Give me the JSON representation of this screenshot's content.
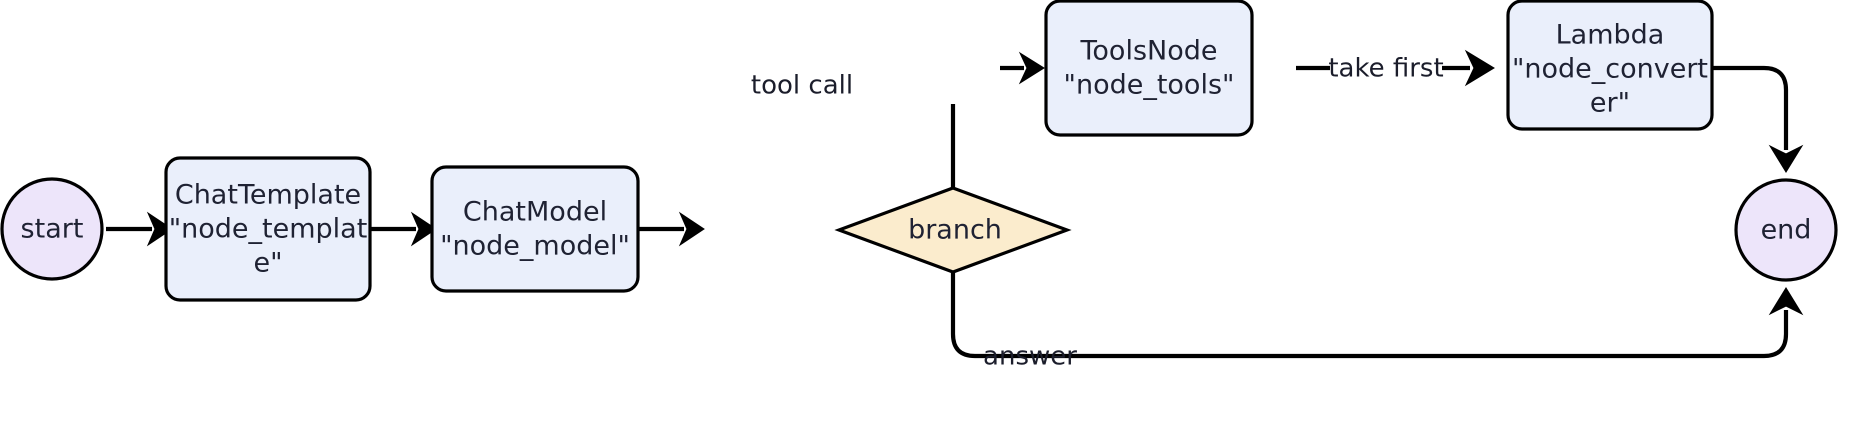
{
  "diagram": {
    "type": "flowchart",
    "orientation": "left-to-right",
    "background_color": "#ffffff",
    "stroke_color": "#000000",
    "text_color": "#1f2233"
  },
  "palette": {
    "terminal_fill": "#ede5fa",
    "process_fill": "#eaeffb",
    "decision_fill": "#fbeccd",
    "stroke": "#000000"
  },
  "nodes": {
    "start": {
      "id": "start",
      "shape": "circle",
      "label": "start",
      "fill": "#ede5fa"
    },
    "chat_template": {
      "id": "node_template",
      "shape": "rounded-rect",
      "fill": "#eaeffb",
      "line1": "ChatTemplate",
      "line2": "\"node_templat",
      "line3": "e\""
    },
    "chat_model": {
      "id": "node_model",
      "shape": "rounded-rect",
      "fill": "#eaeffb",
      "line1": "ChatModel",
      "line2": "\"node_model\"",
      "line3": ""
    },
    "branch": {
      "id": "branch",
      "shape": "diamond",
      "label": "branch",
      "fill": "#fbeccd"
    },
    "tools_node": {
      "id": "node_tools",
      "shape": "rounded-rect",
      "fill": "#eaeffb",
      "line1": "ToolsNode",
      "line2": "\"node_tools\"",
      "line3": ""
    },
    "lambda": {
      "id": "node_converter",
      "shape": "rounded-rect",
      "fill": "#eaeffb",
      "line1": "Lambda",
      "line2": "\"node_convert",
      "line3": "er\""
    },
    "end": {
      "id": "end",
      "shape": "circle",
      "label": "end",
      "fill": "#ede5fa"
    }
  },
  "edges": [
    {
      "from": "start",
      "to": "chat_template",
      "label": ""
    },
    {
      "from": "chat_template",
      "to": "chat_model",
      "label": ""
    },
    {
      "from": "chat_model",
      "to": "branch",
      "label": ""
    },
    {
      "from": "branch",
      "to": "tools_node",
      "label": "tool call"
    },
    {
      "from": "tools_node",
      "to": "lambda",
      "label": "take first"
    },
    {
      "from": "lambda",
      "to": "end",
      "label": ""
    },
    {
      "from": "branch",
      "to": "end",
      "label": "answer"
    }
  ],
  "edge_labels": {
    "tool_call": "tool call",
    "take_first": "take first",
    "answer": "answer"
  }
}
